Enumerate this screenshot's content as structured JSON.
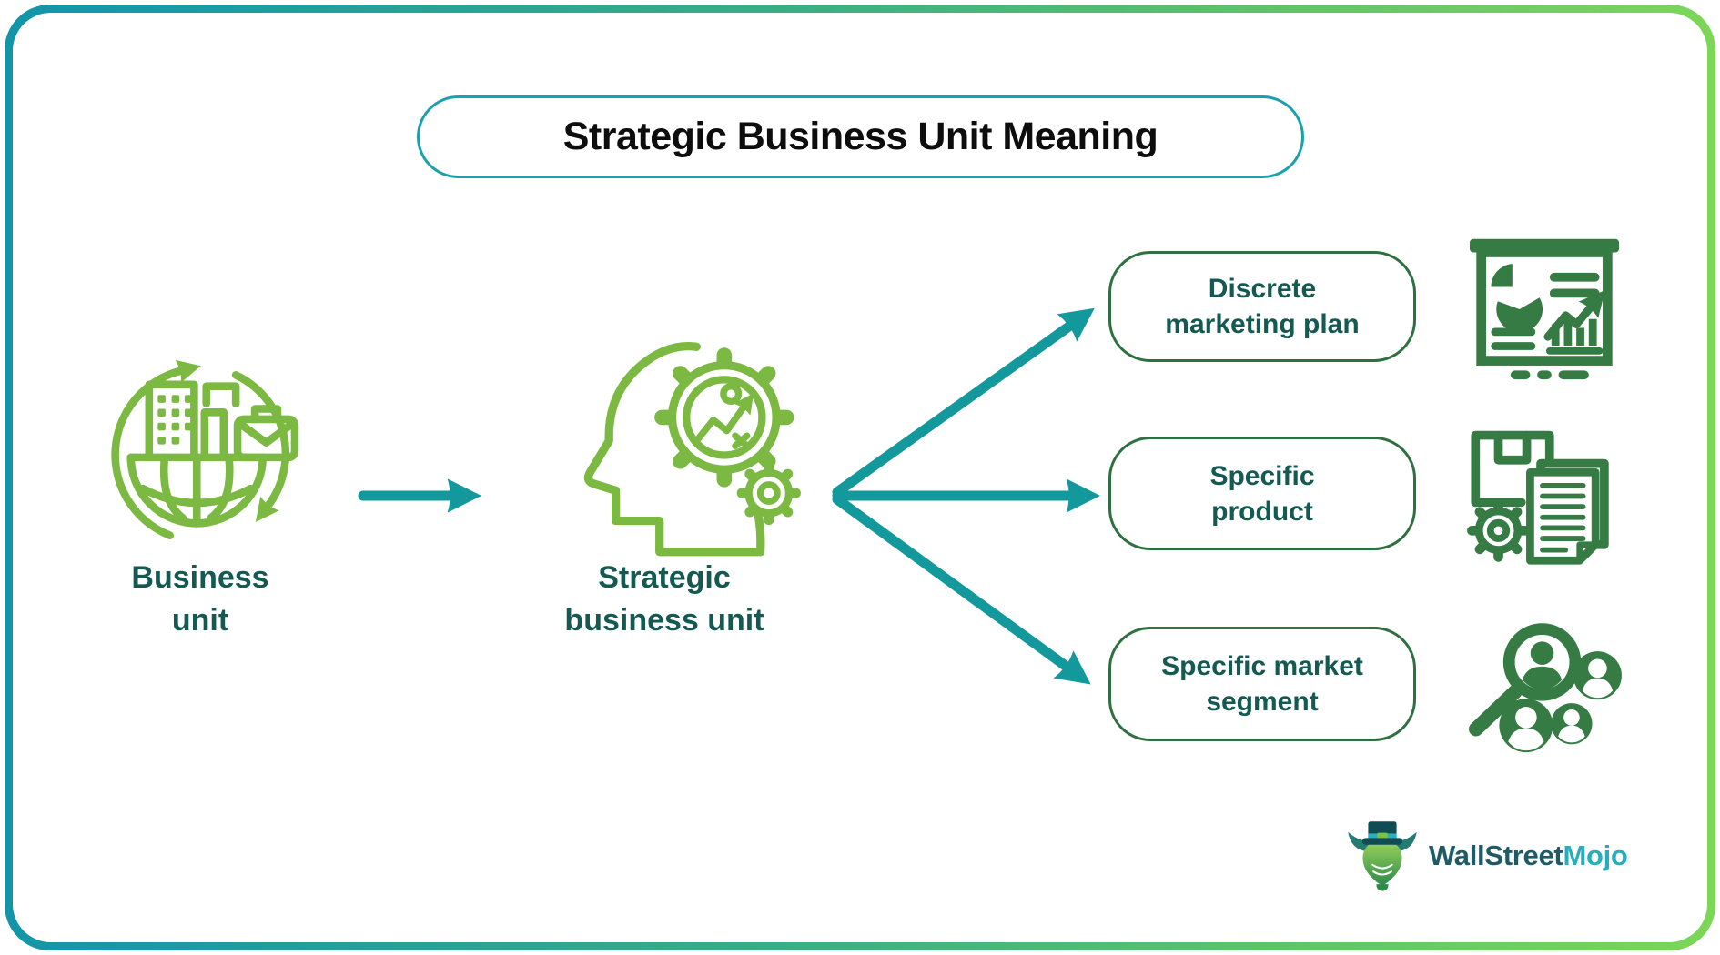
{
  "title": "Strategic Business Unit Meaning",
  "nodes": {
    "business_unit": {
      "label": "Business\nunit",
      "icon": "globe-buildings-cycle-icon"
    },
    "strategic_business_unit": {
      "label": "Strategic\nbusiness unit",
      "icon": "head-gears-strategy-icon"
    }
  },
  "outputs": [
    {
      "label": "Discrete\nmarketing plan",
      "icon": "presentation-charts-icon"
    },
    {
      "label": "Specific\nproduct",
      "icon": "product-box-document-gear-icon"
    },
    {
      "label": "Specific market\nsegment",
      "icon": "market-segment-people-search-icon"
    }
  ],
  "flow": {
    "from": "Business unit",
    "via": "Strategic business unit",
    "to": [
      "Discrete marketing plan",
      "Specific product",
      "Specific market segment"
    ]
  },
  "logo": {
    "brand_part1": "WallStreet",
    "brand_part2": "Mojo",
    "icon": "bull-tophat-logo"
  },
  "colors": {
    "light_green": "#7CB942",
    "teal_arrow": "#13989B",
    "dark_teal_text": "#155A52",
    "dark_green_icons": "#367B44",
    "box_border": "#2F7040",
    "title_border": "#1BA0AC",
    "frame_gradient_left": "#1295A9",
    "frame_gradient_right": "#7CD757",
    "logo_dark": "#1F5B66",
    "logo_teal": "#29ADBC"
  }
}
